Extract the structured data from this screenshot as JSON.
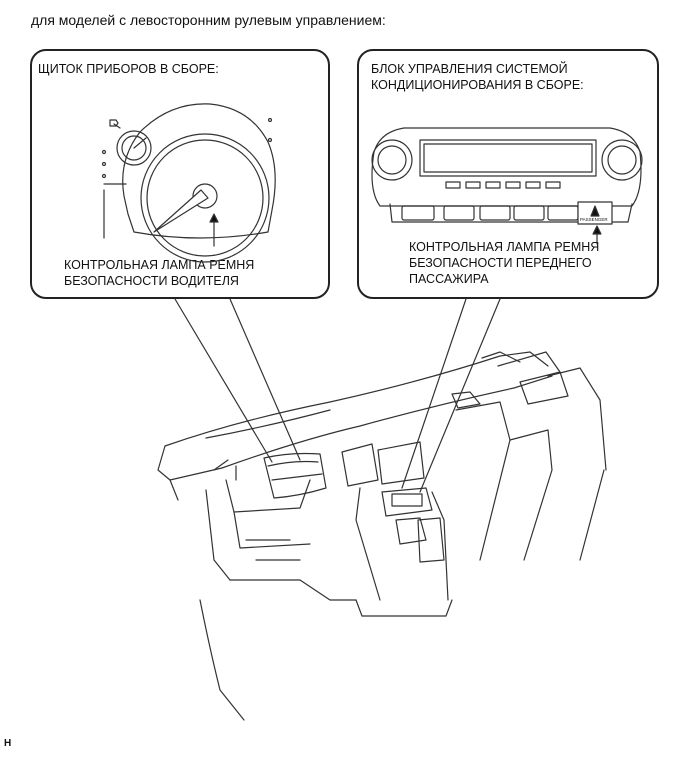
{
  "caption": "для моделей с левосторонним рулевым управлением:",
  "left_box": {
    "title": "ЩИТОК ПРИБОРОВ В СБОРЕ:",
    "label_lines": [
      "КОНТРОЛЬНАЯ ЛАМПА РЕМНЯ",
      "БЕЗОПАСНОСТИ ВОДИТЕЛЯ"
    ]
  },
  "right_box": {
    "title_lines": [
      "БЛОК УПРАВЛЕНИЯ СИСТЕМОЙ",
      "КОНДИЦИОНИРОВАНИЯ В СБОРЕ:"
    ],
    "label_lines": [
      "КОНТРОЛЬНАЯ ЛАМПА РЕМНЯ",
      "БЕЗОПАСНОСТИ ПЕРЕДНЕГО",
      "ПАССАЖИРА"
    ],
    "indicator_text": "PASSENGER"
  },
  "figure_code": "H"
}
